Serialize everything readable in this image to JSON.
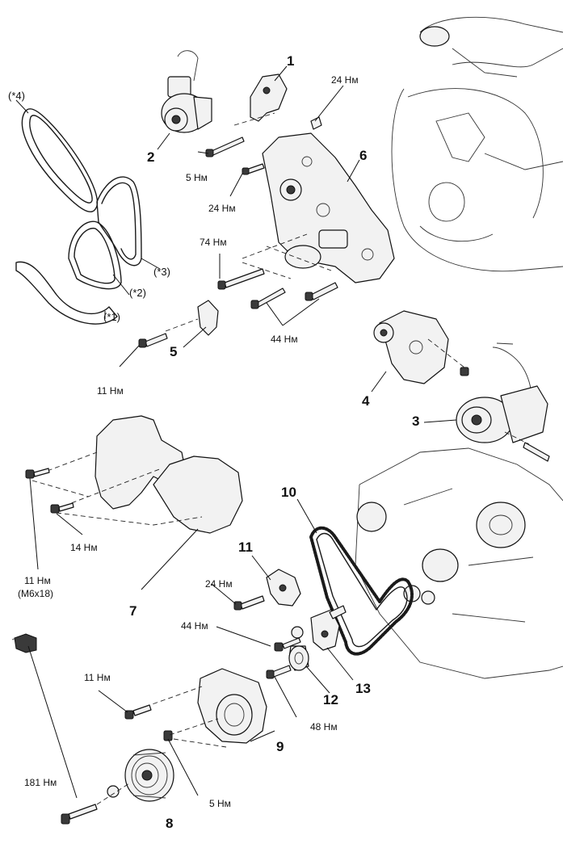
{
  "torques": {
    "t24_top": "24 Нм",
    "t5_pump": "5 Нм",
    "t24_bracket": "24 Нм",
    "t74": "74 Нм",
    "t44_bracket": "44 Нм",
    "t11_part5": "11 Нм",
    "t14": "14 Нм",
    "t11_cover": "11 Нм",
    "t11_cover_size": "(M6x18)",
    "t24_part11": "24 Нм",
    "t44_idler": "44 Нм",
    "t11_part9": "11 Нм",
    "t48": "48 Нм",
    "t5_part9": "5 Нм",
    "t181": "181 Нм"
  },
  "part_numbers": {
    "p1": "1",
    "p2": "2",
    "p3": "3",
    "p4": "4",
    "p5": "5",
    "p6": "6",
    "p7": "7",
    "p8": "8",
    "p9": "9",
    "p10": "10",
    "p11": "11",
    "p12": "12",
    "p13": "13"
  },
  "belt_labels": {
    "b1": "(*1)",
    "b2": "(*2)",
    "b3": "(*3)",
    "b4": "(*4)"
  }
}
